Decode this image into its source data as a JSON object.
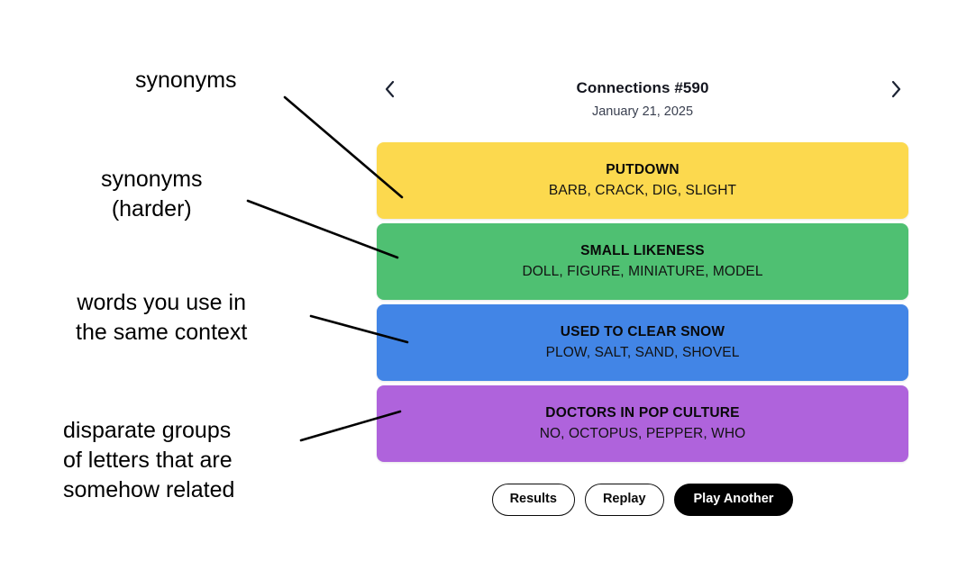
{
  "header": {
    "title": "Connections #590",
    "date": "January 21, 2025",
    "prev_icon": "chevron-left-icon",
    "next_icon": "chevron-right-icon"
  },
  "categories": [
    {
      "title": "PUTDOWN",
      "members": "BARB, CRACK, DIG, SLIGHT",
      "color": "#FCD94E",
      "difficulty": "yellow"
    },
    {
      "title": "SMALL LIKENESS",
      "members": "DOLL, FIGURE, MINIATURE, MODEL",
      "color": "#4FC072",
      "difficulty": "green"
    },
    {
      "title": "USED TO CLEAR SNOW",
      "members": "PLOW, SALT, SAND, SHOVEL",
      "color": "#4285E6",
      "difficulty": "blue"
    },
    {
      "title": "DOCTORS IN POP CULTURE",
      "members": "NO, OCTOPUS, PEPPER, WHO",
      "color": "#AF63DC",
      "difficulty": "purple"
    }
  ],
  "buttons": [
    {
      "label": "Results",
      "style": "outline"
    },
    {
      "label": "Replay",
      "style": "outline"
    },
    {
      "label": "Play Another",
      "style": "filled"
    }
  ],
  "annotations": [
    {
      "id": "synonyms",
      "text": "synonyms",
      "align": "center"
    },
    {
      "id": "synonyms-harder",
      "text": "synonyms\n(harder)",
      "align": "center"
    },
    {
      "id": "same-context",
      "text": "words you use in\nthe same context",
      "align": "center"
    },
    {
      "id": "disparate",
      "text": "disparate groups\nof letters that are\nsomehow related",
      "align": "left"
    }
  ],
  "annotation_lines": [
    {
      "from": [
        316,
        108
      ],
      "to": [
        446,
        219
      ]
    },
    {
      "from": [
        275,
        223
      ],
      "to": [
        441,
        286
      ]
    },
    {
      "from": [
        345,
        351
      ],
      "to": [
        452,
        380
      ]
    },
    {
      "from": [
        334,
        489
      ],
      "to": [
        444,
        457
      ]
    }
  ],
  "colors": {
    "background": "#ffffff",
    "text": "#000000",
    "line": "#000000",
    "header_text": "#14161f",
    "date_text": "#3a4050"
  }
}
